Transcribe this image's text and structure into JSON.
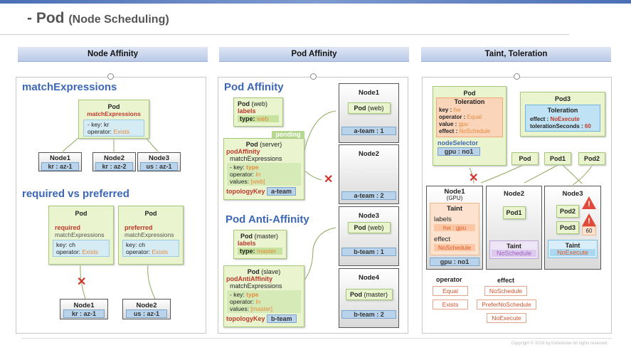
{
  "title": "- Pod",
  "subtitle": "(Node Scheduling)",
  "columns": {
    "na": "Node Affinity",
    "pa": "Pod Affinity",
    "tt": "Taint, Toleration"
  },
  "na": {
    "match_title": "matchExpressions",
    "pod1": {
      "title": "Pod",
      "sub": "matchExpressions",
      "key": "- key: kr",
      "operator_label": "operator: ",
      "operator_val": "Exists"
    },
    "nodes": [
      {
        "name": "Node1",
        "label": "kr : az-1"
      },
      {
        "name": "Node2",
        "label": "kr : az-2"
      },
      {
        "name": "Node3",
        "label": "us : az-1"
      }
    ],
    "rp_title": "required vs preferred",
    "podA": {
      "title": "Pod",
      "kind": "required",
      "sub": "matchExpressions",
      "key": "key: ch",
      "operator_label": "operator: ",
      "operator_val": "Exists"
    },
    "podB": {
      "title": "Pod",
      "kind": "preferred",
      "sub": "matchExpressions",
      "key": "key: ch",
      "operator_label": "operator: ",
      "operator_val": "Exists"
    },
    "nodes2": [
      {
        "name": "Node1",
        "label": "kr : az-1"
      },
      {
        "name": "Node2",
        "label": "us : az-1"
      }
    ]
  },
  "pa": {
    "aff_title": "Pod Affinity",
    "anti_title": "Pod Anti-Affinity",
    "web": {
      "pod": "Pod",
      "paren": "(web)",
      "labels": "labels",
      "type_label": "type: ",
      "type_val": "web"
    },
    "pending": "pending",
    "server": {
      "pod": "Pod",
      "paren": "(server)",
      "aff": "podAffinity",
      "sub": "matchExpressions",
      "key_label": "- key: ",
      "key_val": "type",
      "op_label": "operator: ",
      "op_val": "In",
      "values_label": "values: ",
      "values_val": "[web]",
      "topo": "topologyKey",
      "topo_val": "a-team"
    },
    "master": {
      "pod": "Pod",
      "paren": "(master)",
      "labels": "labels",
      "type_label": "type: ",
      "type_val": "master"
    },
    "slave": {
      "pod": "Pod",
      "paren": "(slave)",
      "aff": "podAntiAffinity",
      "sub": "matchExpressions",
      "key_label": "- key: ",
      "key_val": "type",
      "op_label": "operator: ",
      "op_val": "In",
      "values_label": "values: ",
      "values_val": "[master]",
      "topo": "topologyKey",
      "topo_val": "b-team"
    },
    "nodes": [
      {
        "name": "Node1",
        "pod": "Pod",
        "paren": "(web)",
        "team": "a-team : 1"
      },
      {
        "name": "Node2",
        "team": "a-team : 2"
      },
      {
        "name": "Node3",
        "pod": "Pod",
        "paren": "(web)",
        "team": "b-team : 1"
      },
      {
        "name": "Node4",
        "pod": "Pod",
        "paren": "(master)",
        "team": "b-team : 2"
      }
    ]
  },
  "tt": {
    "pod": {
      "title": "Pod",
      "tol": "Toleration",
      "key_label": "key : ",
      "key_val": "hw",
      "op_label": "operator : ",
      "op_val": "Equal",
      "val_label": "value : ",
      "val_val": "gpu",
      "eff_label": "effect : ",
      "eff_val": "NoSchedule",
      "ns": "nodeSelector",
      "ns_val": "gpu : no1"
    },
    "pod3": {
      "title": "Pod3",
      "tol": "Toleration",
      "eff_label": "effect : ",
      "eff_val": "NoExecute",
      "ts_label": "tolerationSeconds : ",
      "ts_val": "60"
    },
    "small_pods": [
      "Pod",
      "Pod1",
      "Pod2"
    ],
    "node1": {
      "name": "Node1",
      "sub": "(GPU)",
      "taint": "Taint",
      "labels": "labels",
      "label_val": "hw : gpu",
      "effect": "effect",
      "effect_val": "NoSchedule",
      "foot": "gpu : no1"
    },
    "node2": {
      "name": "Node2",
      "pod": "Pod1",
      "taint": "Taint",
      "taint_val": "NoSchedule"
    },
    "node3": {
      "name": "Node3",
      "pod2": "Pod2",
      "pod3": "Pod3",
      "sixty": "60",
      "taint": "Taint",
      "taint_val": "NoExecute"
    },
    "operator_title": "operator",
    "operators": [
      "Equal",
      "Exists"
    ],
    "effect_title": "effect",
    "effects": [
      "NoSchedule",
      "PreferNoSchedule",
      "NoExecute"
    ]
  },
  "copyright": "Copyright © 2019 by Kubetester All rights reserved."
}
